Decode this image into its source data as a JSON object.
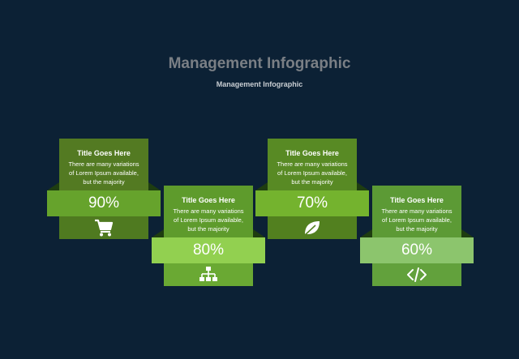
{
  "header": {
    "title": "Management Infographic",
    "subtitle": "Management Infographic"
  },
  "cards": [
    {
      "heading": "Title Goes Here",
      "text": "There are many variations of Lorem Ipsum available, but the majority",
      "percent": "90%",
      "icon": "shopping-cart-icon",
      "top_color": "#537a22",
      "band_color": "#66a32c",
      "bottom_color": "#4f7a20"
    },
    {
      "heading": "Title Goes Here",
      "text": "There are many variations of Lorem Ipsum available, but the majority",
      "percent": "80%",
      "icon": "hierarchy-icon",
      "top_color": "#5e9b2c",
      "band_color": "#92d050",
      "bottom_color": "#6aa933"
    },
    {
      "heading": "Title Goes Here",
      "text": "There are many variations of Lorem Ipsum available, but the majority",
      "percent": "70%",
      "icon": "leaf-icon",
      "top_color": "#588a24",
      "band_color": "#74b32e",
      "bottom_color": "#52801f"
    },
    {
      "heading": "Title Goes Here",
      "text": "There are many variations of Lorem Ipsum available, but the majority",
      "percent": "60%",
      "icon": "code-icon",
      "top_color": "#5c9a35",
      "band_color": "#8cc56d",
      "bottom_color": "#62a13c"
    }
  ]
}
